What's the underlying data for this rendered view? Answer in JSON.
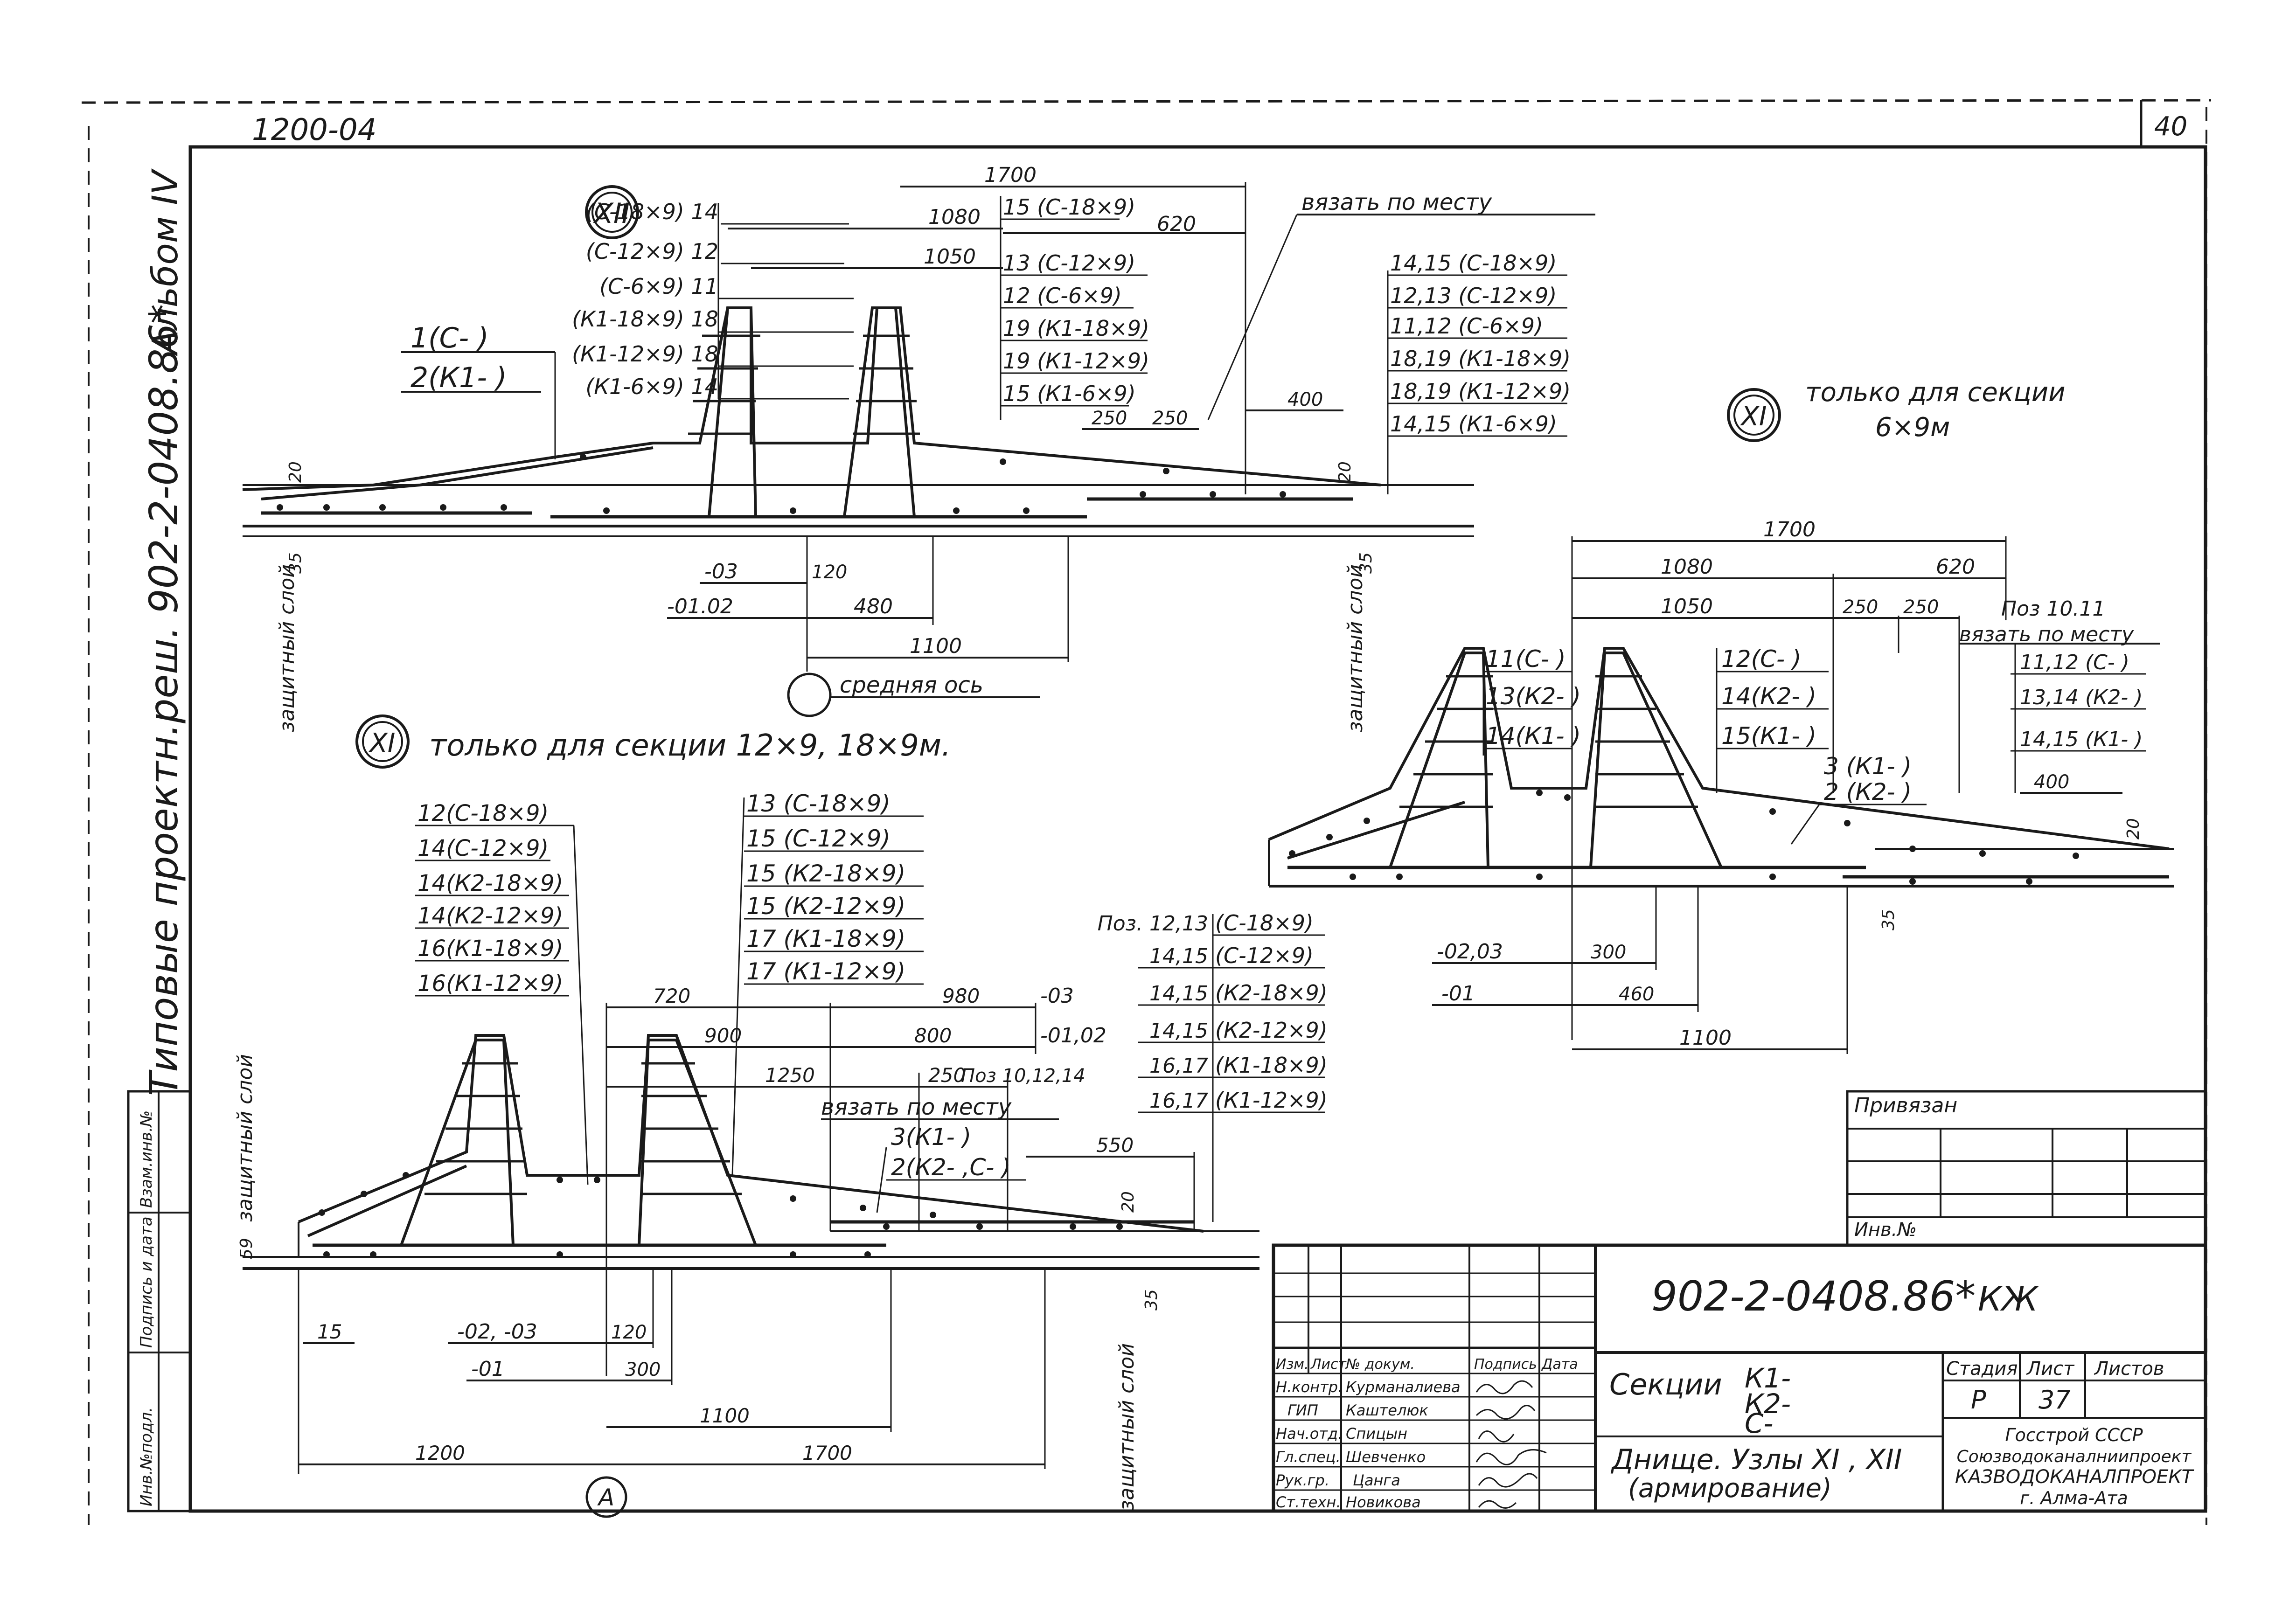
{
  "sheet": {
    "drawing_code_top": "1200-04",
    "page_number": "40",
    "album": "Альбом IV",
    "project_side": "Типовые проектн.реш. 902-2-0408.86*",
    "protective_layer": "защитный слой"
  },
  "node_xii": {
    "marker": "XII",
    "dims": {
      "total": "1700",
      "d1080": "1080",
      "d1050": "1050",
      "d620": "620",
      "d250a": "250",
      "d250b": "250",
      "d400": "400",
      "d20": "20",
      "d35": "35",
      "d120": "120",
      "d480": "480",
      "d1100": "1100"
    },
    "level_03": "-03",
    "level_0102": "-01.02",
    "axis_label": "средняя ось",
    "tie_note": "вязать по месту",
    "left_labels": [
      "(С-18×9) 14",
      "(С-12×9) 12",
      "(С-6×9) 11",
      "(К1-18×9) 18",
      "(К1-12×9) 18",
      "(К1-6×9) 14"
    ],
    "mid_labels": [
      "15 (С-18×9)",
      "13 (С-12×9)",
      "12 (С-6×9)",
      "19 (К1-18×9)",
      "19 (К1-12×9)",
      "15 (К1-6×9)"
    ],
    "side_labels": [
      "1(С- )",
      "2(К1- )"
    ],
    "right_labels": [
      "14,15 (С-18×9)",
      "12,13 (С-12×9)",
      "11,12 (С-6×9)",
      "18,19 (К1-18×9)",
      "18,19 (К1-12×9)",
      "14,15 (К1-6×9)"
    ]
  },
  "node_xi_small": {
    "marker": "XI",
    "caption_line1": "только для секции",
    "caption_line2": "6×9м",
    "dims": {
      "total": "1700",
      "d1080": "1080",
      "d620": "620",
      "d1050": "1050",
      "d250a": "250",
      "d250b": "250",
      "d400": "400",
      "d20": "20",
      "d35": "35",
      "d300": "300",
      "d460": "460",
      "d1100": "1100"
    },
    "pos_note": "Поз 10.11",
    "tie_note": "вязать по месту",
    "left_labels": [
      "11(С- )",
      "13(К2- )",
      "14(К1- )"
    ],
    "mid_labels": [
      "12(С- )",
      "14(К2- )",
      "15(К1- )"
    ],
    "bottom_labels": [
      "3 (К1- )",
      "2 (К2- )"
    ],
    "right_labels": [
      "11,12 (С- )",
      "13,14 (К2- )",
      "14,15 (К1- )"
    ],
    "level_0203": "-02,03",
    "level_01": "-01"
  },
  "node_xi_large": {
    "marker": "XI",
    "caption": "только для секции 12×9, 18×9м.",
    "left_labels": [
      "12(С-18×9)",
      "14(С-12×9)",
      "14(К2-18×9)",
      "14(К2-12×9)",
      "16(К1-18×9)",
      "16(К1-12×9)"
    ],
    "mid_labels": [
      "13 (С-18×9)",
      "15 (С-12×9)",
      "15 (К2-18×9)",
      "15 (К2-12×9)",
      "17 (К1-18×9)",
      "17 (К1-12×9)"
    ],
    "pos_labels": [
      "Поз. 12,13",
      "14,15",
      "14,15",
      "14,15",
      "16,17",
      "16,17"
    ],
    "pos_values": [
      "(С-18×9)",
      "(С-12×9)",
      "(К2-18×9)",
      "(К2-12×9)",
      "(К1-18×9)",
      "(К1-12×9)"
    ],
    "dims": {
      "d720": "720",
      "d980": "980",
      "d900": "900",
      "d800": "800",
      "d1250": "1250",
      "d250": "250",
      "d550": "550",
      "d20": "20",
      "d35": "35",
      "d59": "59",
      "d15": "15",
      "d120": "120",
      "d300": "300",
      "d1100": "1100",
      "d1200": "1200",
      "d1700": "1700"
    },
    "level_03": "-03",
    "level_0102": "-01,02",
    "pos_note": "Поз 10,12,14",
    "tie_note": "вязать по месту",
    "rebar_labels": [
      "3(К1- )",
      "2(К2- ,С- )"
    ],
    "level_0203": "-02, -03",
    "level_01": "-01",
    "axis_marker": "А",
    "protective_layer": "защитный слой"
  },
  "stamp": {
    "code": "902-2-0408.86*",
    "mark": "КЖ",
    "tied": "Привязан",
    "inv_no": "Инв.№",
    "headers": [
      "Изм.",
      "Лист",
      "№ докум.",
      "Подпись",
      "Дата"
    ],
    "rows": [
      {
        "role": "Н.контр.",
        "name": "Курманалиева"
      },
      {
        "role": "ГИП",
        "name": "Каштелюк"
      },
      {
        "role": "Нач.отд.",
        "name": "Спицын"
      },
      {
        "role": "Гл.спец.",
        "name": "Шевченко"
      },
      {
        "role": "Рук.гр.",
        "name": "Цанга"
      },
      {
        "role": "Ст.техн.",
        "name": "Новикова"
      }
    ],
    "title_lines": [
      "Секции",
      "К1-",
      "К2-",
      "С-"
    ],
    "subtitle": "Днище. Узлы XI , XII",
    "subtitle2": "(армирование)",
    "stage_header": "Стадия",
    "sheet_header": "Лист",
    "sheets_header": "Листов",
    "stage": "Р",
    "sheet_no": "37",
    "org_lines": [
      "Госстрой СССР",
      "Союзводоканалниипроект",
      "КАЗВОДОКАНАЛПРОЕКТ",
      "г. Алма-Ата"
    ],
    "left_strip": [
      "Инв.№подл.",
      "Подпись и дата",
      "Взам.инв.№"
    ]
  }
}
